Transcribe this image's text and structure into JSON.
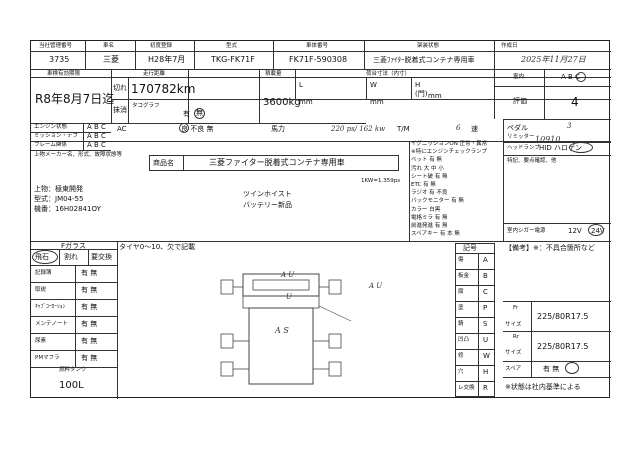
{
  "header": {
    "labels": [
      "当社管理番号",
      "車名",
      "初度登録",
      "型式",
      "車体番号",
      "架装状態",
      "作成日"
    ],
    "mgmt_no": "3735",
    "maker": "三菱",
    "first_reg": "H28年7月",
    "model_code": "TKG-FK71F",
    "chassis_no": "FK71F-590308",
    "body_type": "三菱ﾌｧｲﾀｰ脱着式コンテナ専用車",
    "created_date": "2025年11月27日"
  },
  "row2": {
    "inspect_label": "車検有効期限",
    "inspect_value": "R8年8月7日迄",
    "mileage_label": "走行距離",
    "mileage_prefix": "切れ",
    "mileage_value": "170782km",
    "erase_label": "抹消",
    "tacho_label": "タコグラフ",
    "tacho_value": "有",
    "tacho_alt": "無",
    "load_label": "積載量",
    "load_value": "3600kg",
    "dims_label": "荷台寸法（内寸）",
    "len_label": "L",
    "len_unit": "mm",
    "wid_label": "W",
    "wid_unit": "mm",
    "hgt_label": "H",
    "hgt_unit": "mm",
    "hgt_note": "(門)",
    "interior_label": "室内",
    "interior_grade": "A B C",
    "score_label": "評価",
    "score_value": "4"
  },
  "conditions": [
    {
      "label": "エンジン状態",
      "grade": "A B C"
    },
    {
      "label": "ミッション・デフ",
      "grade": "A B C"
    },
    {
      "label": "フレーム関係",
      "grade": "A B C"
    }
  ],
  "notes_header": "上物メーカー名、形式、故障状態等",
  "ac_row": {
    "ac_label": "AC",
    "ac_options": "良  不良  無",
    "power_label": "馬力",
    "power_value": "220 ps/ 162 kw",
    "tm_label": "T/M",
    "tm_value": "6",
    "tm_unit": "速"
  },
  "equipment": [
    "イグニッションON  正常・異常",
    "※特にエンジンチェックランプ",
    "ベット          有  無",
    "汚れ           大  中  小",
    "シート破       有  無",
    "ETC           有  無",
    "ラジオ         有  不良",
    "バックモニター    有  無",
    "                カラー  白黒",
    "電格ミラ        有  無",
    "前進発進        有  無",
    "スペアキー      有  本  無"
  ],
  "right_top": {
    "pedal_label": "ペダル",
    "pedal_value": "3",
    "rimit_label": "リミッター",
    "rimit_value": "10910",
    "head_label": "ヘッドランプ",
    "head_options": "HID  ハロゲン",
    "special_label": "特記、要点確認、他",
    "socket_label": "室内シガー電源",
    "socket_value": "12V",
    "socket_alt": "24V"
  },
  "product": {
    "name_label": "商品名",
    "name_value": "三菱ファイター脱着式コンテナ専用車",
    "features": [
      "ツインホイスト",
      "バッテリー新品"
    ],
    "small_note": "1KW=1.359ps"
  },
  "upper_body": {
    "maker": "上物：極東開発",
    "model": "型式：JM04-55",
    "engine": "機番：16H02841OY"
  },
  "glass": {
    "label": "Fガラス",
    "cells": [
      "飛石",
      "割れ",
      "要交換"
    ]
  },
  "docs": [
    {
      "label": "記録簿",
      "options": "有  無"
    },
    {
      "label": "取説",
      "options": "有  無"
    },
    {
      "label": "ｷｬﾌﾞｺｰﾛｰｼｮﾝ",
      "options": "有  無"
    },
    {
      "label": "メンテノート",
      "options": "有  無"
    },
    {
      "label": "尿素",
      "options": "有  無"
    },
    {
      "label": "PMマフラ",
      "options": "有  無"
    }
  ],
  "fuel": {
    "label": "燃料タンク",
    "value": "100L"
  },
  "tire_note": "タイヤ0〜10、欠で記載",
  "damage_marks": [
    "A U",
    "U",
    "A U",
    "A S"
  ],
  "legend": {
    "title": "記号",
    "items": [
      {
        "name": "傷",
        "code": "A"
      },
      {
        "name": "板金",
        "code": "B"
      },
      {
        "name": "腐",
        "code": "C"
      },
      {
        "name": "塗",
        "code": "P"
      },
      {
        "name": "錆",
        "code": "S"
      },
      {
        "name": "凹凸",
        "code": "U"
      },
      {
        "name": "修",
        "code": "W"
      },
      {
        "name": "穴",
        "code": "H"
      },
      {
        "name": "レ交換",
        "code": "R"
      }
    ]
  },
  "tires": {
    "front_label": "Fr",
    "front_size_label": "サイズ",
    "front_size": "225/80R17.5",
    "rear_label": "Rr",
    "rear_size_label": "サイズ",
    "rear_size": "225/80R17.5",
    "spare_label": "スペア",
    "spare_options": "有    無"
  },
  "remarks_label": "【備考】※：不具合箇所など",
  "footer_note": "※状態は社内基準による"
}
